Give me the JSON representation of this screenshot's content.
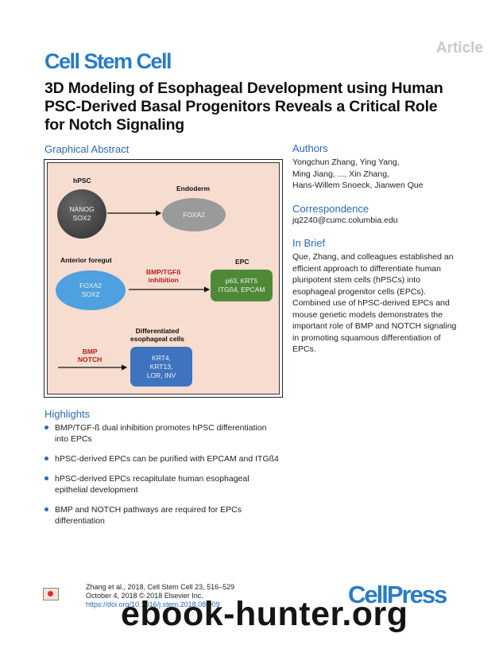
{
  "header": {
    "article_label": "Article",
    "journal": "Cell Stem Cell",
    "title": "3D Modeling of Esophageal Development using Human PSC-Derived Basal Progenitors Reveals a Critical Role for Notch Signaling"
  },
  "graphical_abstract": {
    "heading": "Graphical Abstract",
    "hpsc_label": "hPSC",
    "hpsc_node": [
      "NANOG",
      "SOX2"
    ],
    "endoderm_label": "Endoderm",
    "endoderm_node": "FOXA2",
    "anterior_foregut_label": "Anterior foregut",
    "foregut_node": [
      "FOXA2",
      "SOX2"
    ],
    "bmp_tgf_label": [
      "BMP/TGFß",
      "inhibition"
    ],
    "epc_label": "EPC",
    "epc_node": [
      "p63, KRT5",
      "ITGß4, EPCAM"
    ],
    "differentiated_label": [
      "Differentiated",
      "esophageal cells"
    ],
    "bmp_notch_label": [
      "BMP",
      "NOTCH"
    ],
    "differentiated_node": [
      "KRT4,",
      "KRT13,",
      "LOR, INV"
    ],
    "colors": {
      "background": "#f7ddd0",
      "inhibitor": "#b2201e",
      "epc": "#4e8a36",
      "foregut": "#4ea0df",
      "diff": "#3e73bf"
    }
  },
  "authors": {
    "heading": "Authors",
    "lines": [
      "Yongchun Zhang, Ying Yang,",
      "Ming Jiang, ..., Xin Zhang,",
      "Hans-Willem Snoeck, Jianwen Que"
    ]
  },
  "correspondence": {
    "heading": "Correspondence",
    "email": "jq2240@cumc.columbia.edu"
  },
  "in_brief": {
    "heading": "In Brief",
    "text": "Que, Zhang, and colleagues established an efficient approach to differentiate human pluripotent stem cells (hPSCs) into esophageal progenitor cells (EPCs). Combined use of hPSC-derived EPCs and mouse genetic models demonstrates the important role of BMP and NOTCH signaling in promoting squamous differentiation of EPCs."
  },
  "highlights": {
    "heading": "Highlights",
    "items": [
      "BMP/TGF-ß dual inhibition promotes hPSC differentiation into EPCs",
      "hPSC-derived EPCs can be purified with EPCAM and ITGß4",
      "hPSC-derived EPCs recapitulate human esophageal epithelial development",
      "BMP and NOTCH pathways are required for EPCs differentiation"
    ]
  },
  "footer": {
    "citation": "Zhang et al., 2018, Cell Stem Cell 23, 516–529",
    "date": "October 4, 2018 © 2018 Elsevier Inc.",
    "doi": "https://doi.org/10.1016/j.stem.2018.08.009",
    "publisher_logo": "CellPress",
    "watermark": "ebook-hunter.org"
  }
}
